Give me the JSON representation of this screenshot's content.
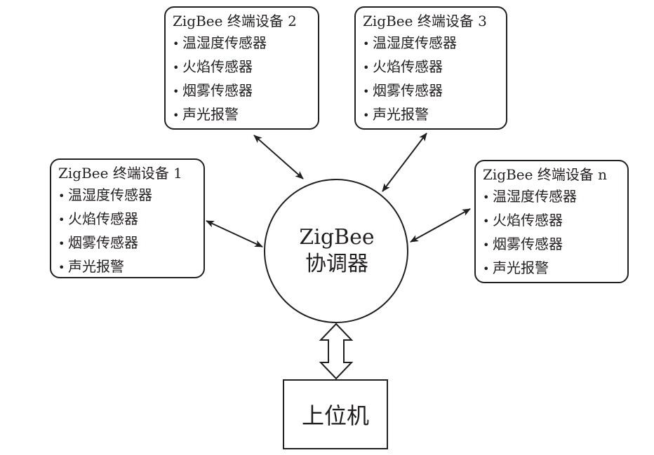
{
  "coordinator": {
    "line1": "ZigBee",
    "line2": "协调器"
  },
  "host": {
    "label": "上位机"
  },
  "devices": [
    {
      "title": "ZigBee 终端设备 2",
      "items": [
        "温湿度传感器",
        "火焰传感器",
        "烟雾传感器",
        "声光报警"
      ]
    },
    {
      "title": "ZigBee 终端设备 3",
      "items": [
        "温湿度传感器",
        "火焰传感器",
        "烟雾传感器",
        "声光报警"
      ]
    },
    {
      "title": "ZigBee 终端设备 1",
      "items": [
        "温湿度传感器",
        "火焰传感器",
        "烟雾传感器",
        "声光报警"
      ]
    },
    {
      "title": "ZigBee 终端设备 n",
      "items": [
        "温湿度传感器",
        "火焰传感器",
        "烟雾传感器",
        "声光报警"
      ]
    }
  ],
  "bullet": "•"
}
